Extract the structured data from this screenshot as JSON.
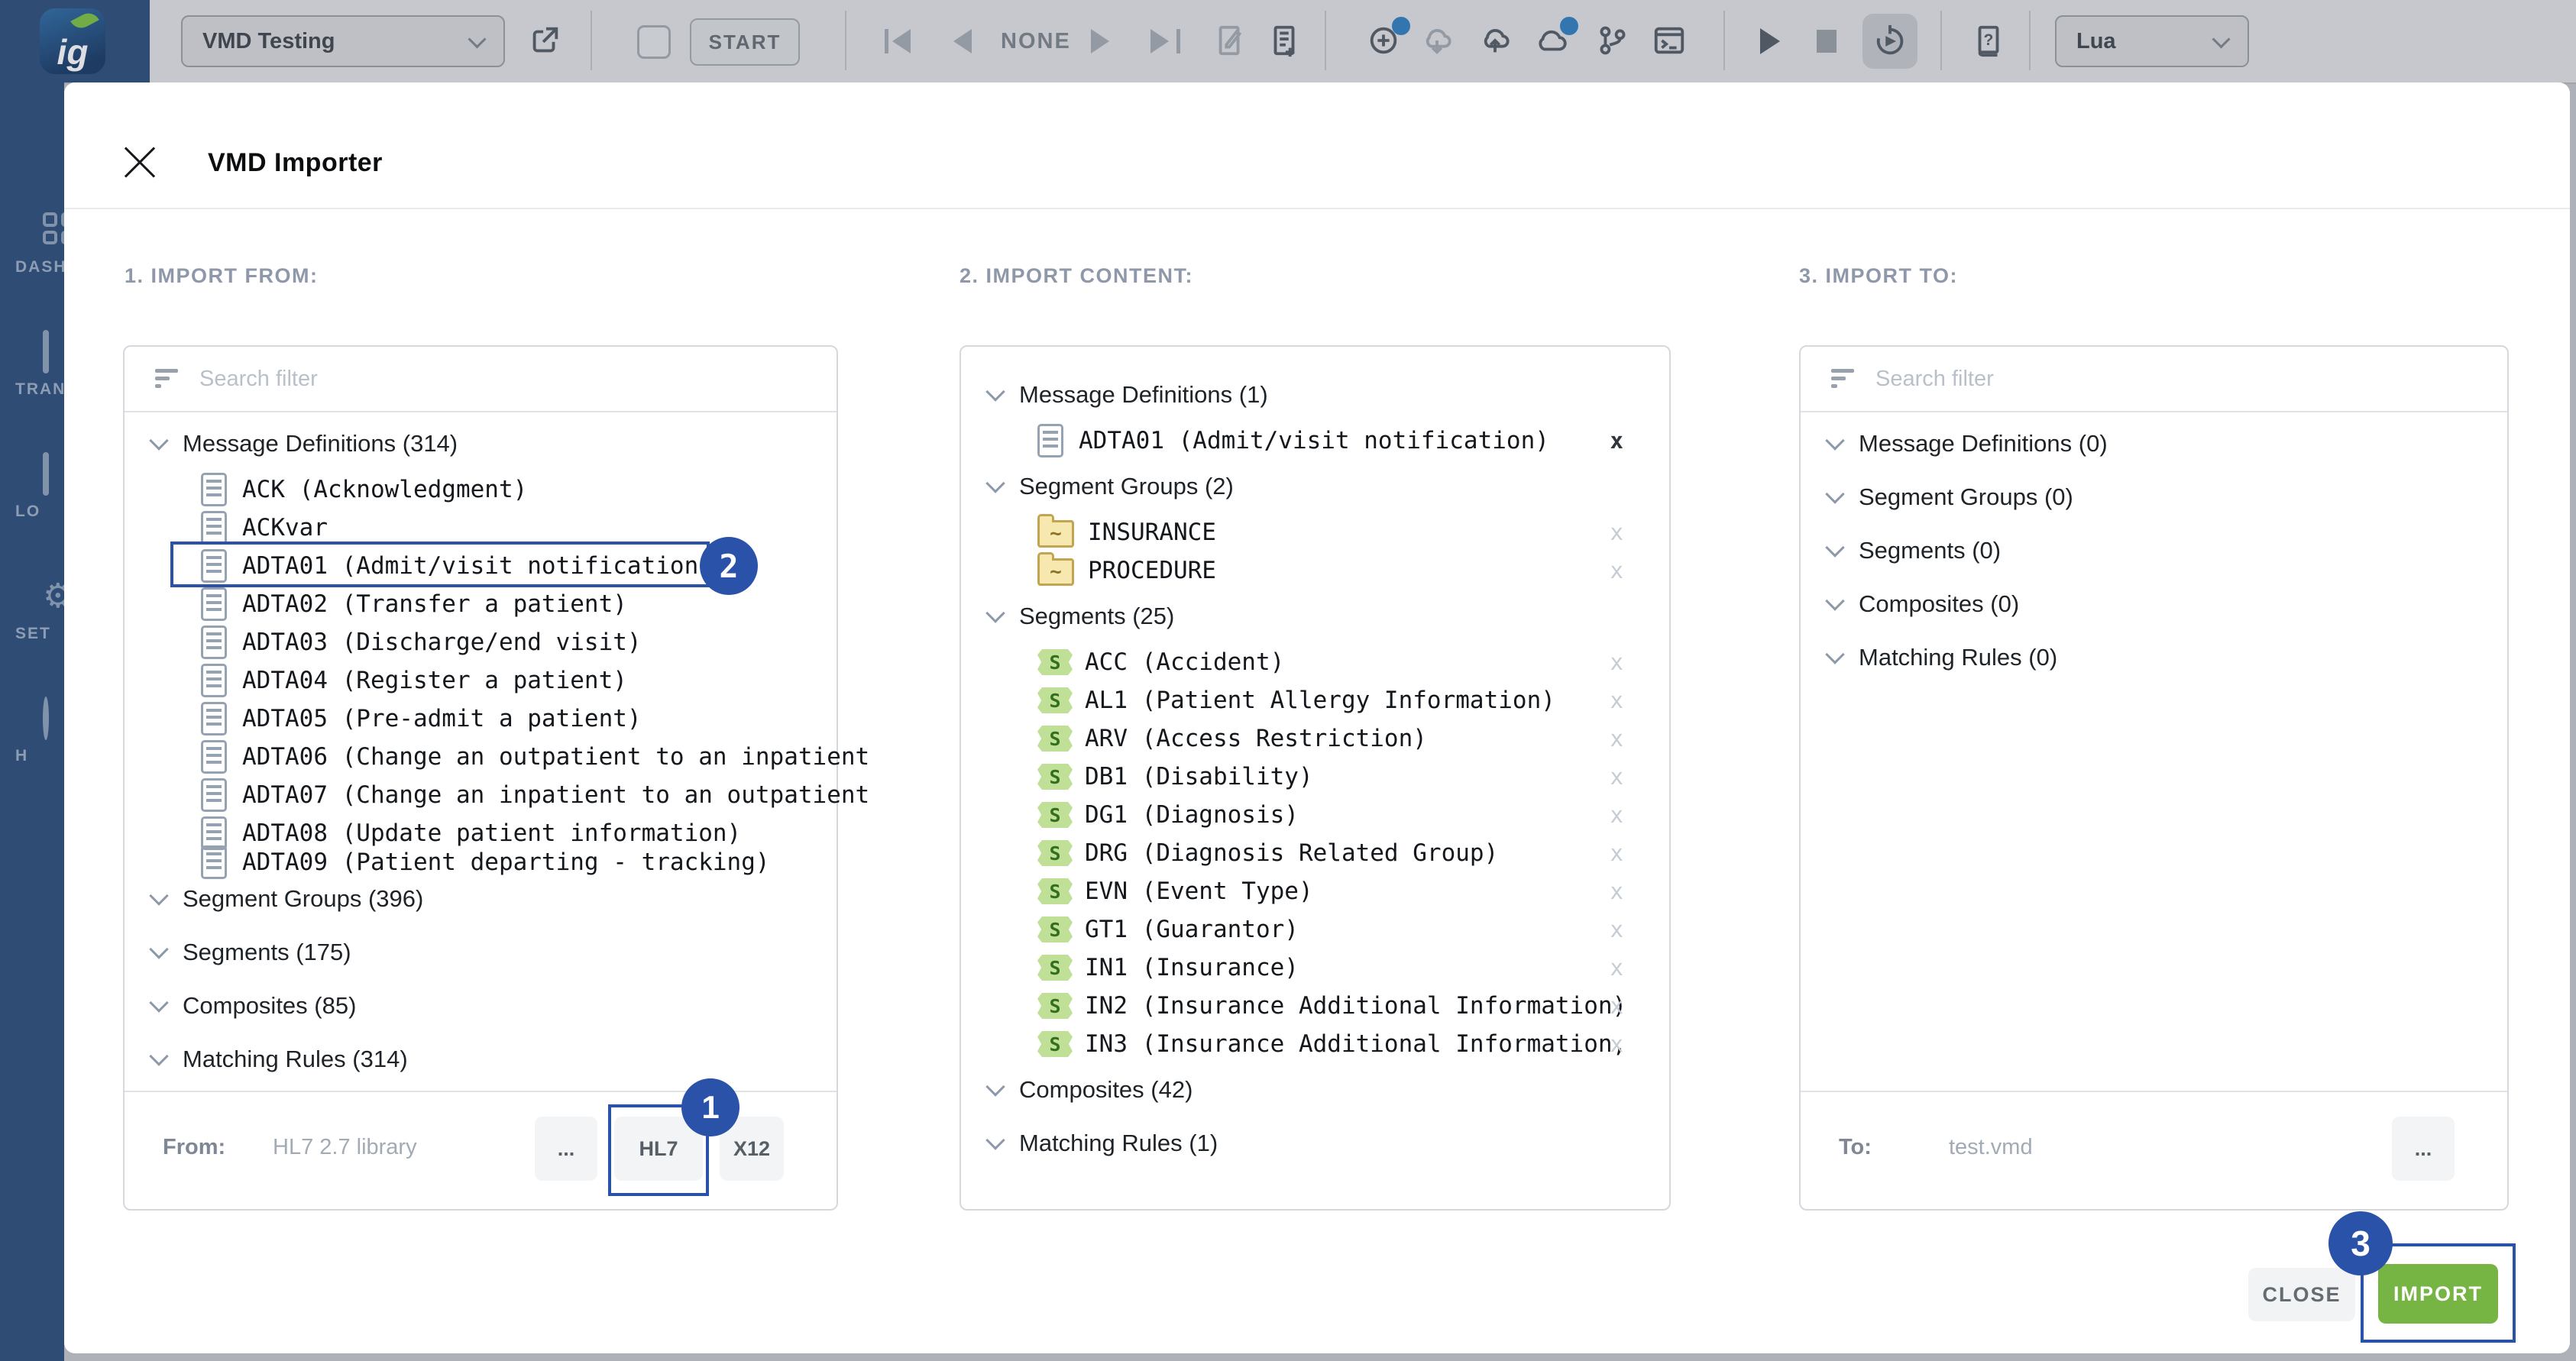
{
  "toolbar": {
    "project_select": "VMD Testing",
    "start_button": "START",
    "nav_value": "NONE",
    "language_select": "Lua"
  },
  "sidebar": {
    "logo": "ig",
    "items": [
      {
        "label": "DASH",
        "icon": "dashboard-grid-icon"
      },
      {
        "label": "TRAN",
        "icon": "translator-icon"
      },
      {
        "label": "LO",
        "icon": "logs-icon"
      },
      {
        "label": "SET",
        "icon": "settings-gear-icon"
      },
      {
        "label": "H",
        "icon": "help-circle-icon"
      }
    ]
  },
  "colors": {
    "annotation_blue": "#2a52a8",
    "import_green": "#76b543",
    "sidebar_navy": "#2b4d7c",
    "notification_blue": "#2f7fc2"
  },
  "modal": {
    "title": "VMD Importer",
    "close_button": "CLOSE",
    "import_button": "IMPORT",
    "annotations": {
      "step3": "3"
    },
    "sections": [
      {
        "heading": "1. IMPORT FROM:"
      },
      {
        "heading": "2. IMPORT CONTENT:"
      },
      {
        "heading": "3. IMPORT TO:"
      }
    ],
    "panels": [
      {
        "search_placeholder": "Search filter",
        "tree": [
          {
            "kind": "group",
            "label": "Message Definitions (314)"
          },
          {
            "kind": "doc",
            "label": "ACK (Acknowledgment)"
          },
          {
            "kind": "doc",
            "label": "ACKvar"
          },
          {
            "kind": "doc",
            "label": "ADTA01 (Admit/visit notification)",
            "highlight": true,
            "badge": "2"
          },
          {
            "kind": "doc",
            "label": "ADTA02 (Transfer a patient)"
          },
          {
            "kind": "doc",
            "label": "ADTA03 (Discharge/end visit)"
          },
          {
            "kind": "doc",
            "label": "ADTA04 (Register a patient)"
          },
          {
            "kind": "doc",
            "label": "ADTA05 (Pre-admit a patient)"
          },
          {
            "kind": "doc",
            "label": "ADTA06 (Change an outpatient to an inpatient"
          },
          {
            "kind": "doc",
            "label": "ADTA07 (Change an inpatient to an outpatient"
          },
          {
            "kind": "doc",
            "label": "ADTA08 (Update patient information)"
          },
          {
            "kind": "doc",
            "label": "ADTA09 (Patient departing - tracking)",
            "clipped": true
          },
          {
            "kind": "group",
            "label": "Segment Groups (396)"
          },
          {
            "kind": "group",
            "label": "Segments (175)"
          },
          {
            "kind": "group",
            "label": "Composites (85)"
          },
          {
            "kind": "group",
            "label": "Matching Rules (314)"
          }
        ],
        "footer": {
          "label": "From:",
          "value": "HL7 2.7 library",
          "buttons": [
            {
              "label": "...",
              "name": "browse-from-button",
              "width": 82
            },
            {
              "label": "HL7",
              "name": "hl7-library-button",
              "width": 116,
              "annotated": true,
              "badge": "1"
            },
            {
              "label": "X12",
              "name": "x12-library-button",
              "width": 84
            }
          ]
        }
      },
      {
        "tree": [
          {
            "kind": "group",
            "label": "Message Definitions (1)"
          },
          {
            "kind": "doc",
            "label": "ADTA01 (Admit/visit notification)",
            "remove": "dark"
          },
          {
            "kind": "group",
            "label": "Segment Groups (2)"
          },
          {
            "kind": "folder",
            "label": "INSURANCE",
            "remove": "light"
          },
          {
            "kind": "folder",
            "label": "PROCEDURE",
            "remove": "light"
          },
          {
            "kind": "group",
            "label": "Segments (25)"
          },
          {
            "kind": "seg",
            "label": "ACC (Accident)",
            "remove": "light"
          },
          {
            "kind": "seg",
            "label": "AL1 (Patient Allergy Information)",
            "remove": "light"
          },
          {
            "kind": "seg",
            "label": "ARV (Access Restriction)",
            "remove": "light"
          },
          {
            "kind": "seg",
            "label": "DB1 (Disability)",
            "remove": "light"
          },
          {
            "kind": "seg",
            "label": "DG1 (Diagnosis)",
            "remove": "light"
          },
          {
            "kind": "seg",
            "label": "DRG (Diagnosis Related Group)",
            "remove": "light"
          },
          {
            "kind": "seg",
            "label": "EVN (Event Type)",
            "remove": "light"
          },
          {
            "kind": "seg",
            "label": "GT1 (Guarantor)",
            "remove": "light"
          },
          {
            "kind": "seg",
            "label": "IN1 (Insurance)",
            "remove": "light"
          },
          {
            "kind": "seg",
            "label": "IN2 (Insurance Additional Information)",
            "remove": "light"
          },
          {
            "kind": "seg",
            "label": "IN3 (Insurance Additional Information,",
            "remove": "light"
          },
          {
            "kind": "group",
            "label": "Composites (42)"
          },
          {
            "kind": "group",
            "label": "Matching Rules (1)"
          }
        ]
      },
      {
        "search_placeholder": "Search filter",
        "tree": [
          {
            "kind": "group",
            "label": "Message Definitions (0)"
          },
          {
            "kind": "group",
            "label": "Segment Groups (0)"
          },
          {
            "kind": "group",
            "label": "Segments (0)"
          },
          {
            "kind": "group",
            "label": "Composites (0)"
          },
          {
            "kind": "group",
            "label": "Matching Rules (0)"
          }
        ],
        "footer": {
          "label": "To:",
          "value": "test.vmd",
          "buttons": [
            {
              "label": "...",
              "name": "browse-to-button",
              "width": 82
            }
          ]
        }
      }
    ]
  }
}
